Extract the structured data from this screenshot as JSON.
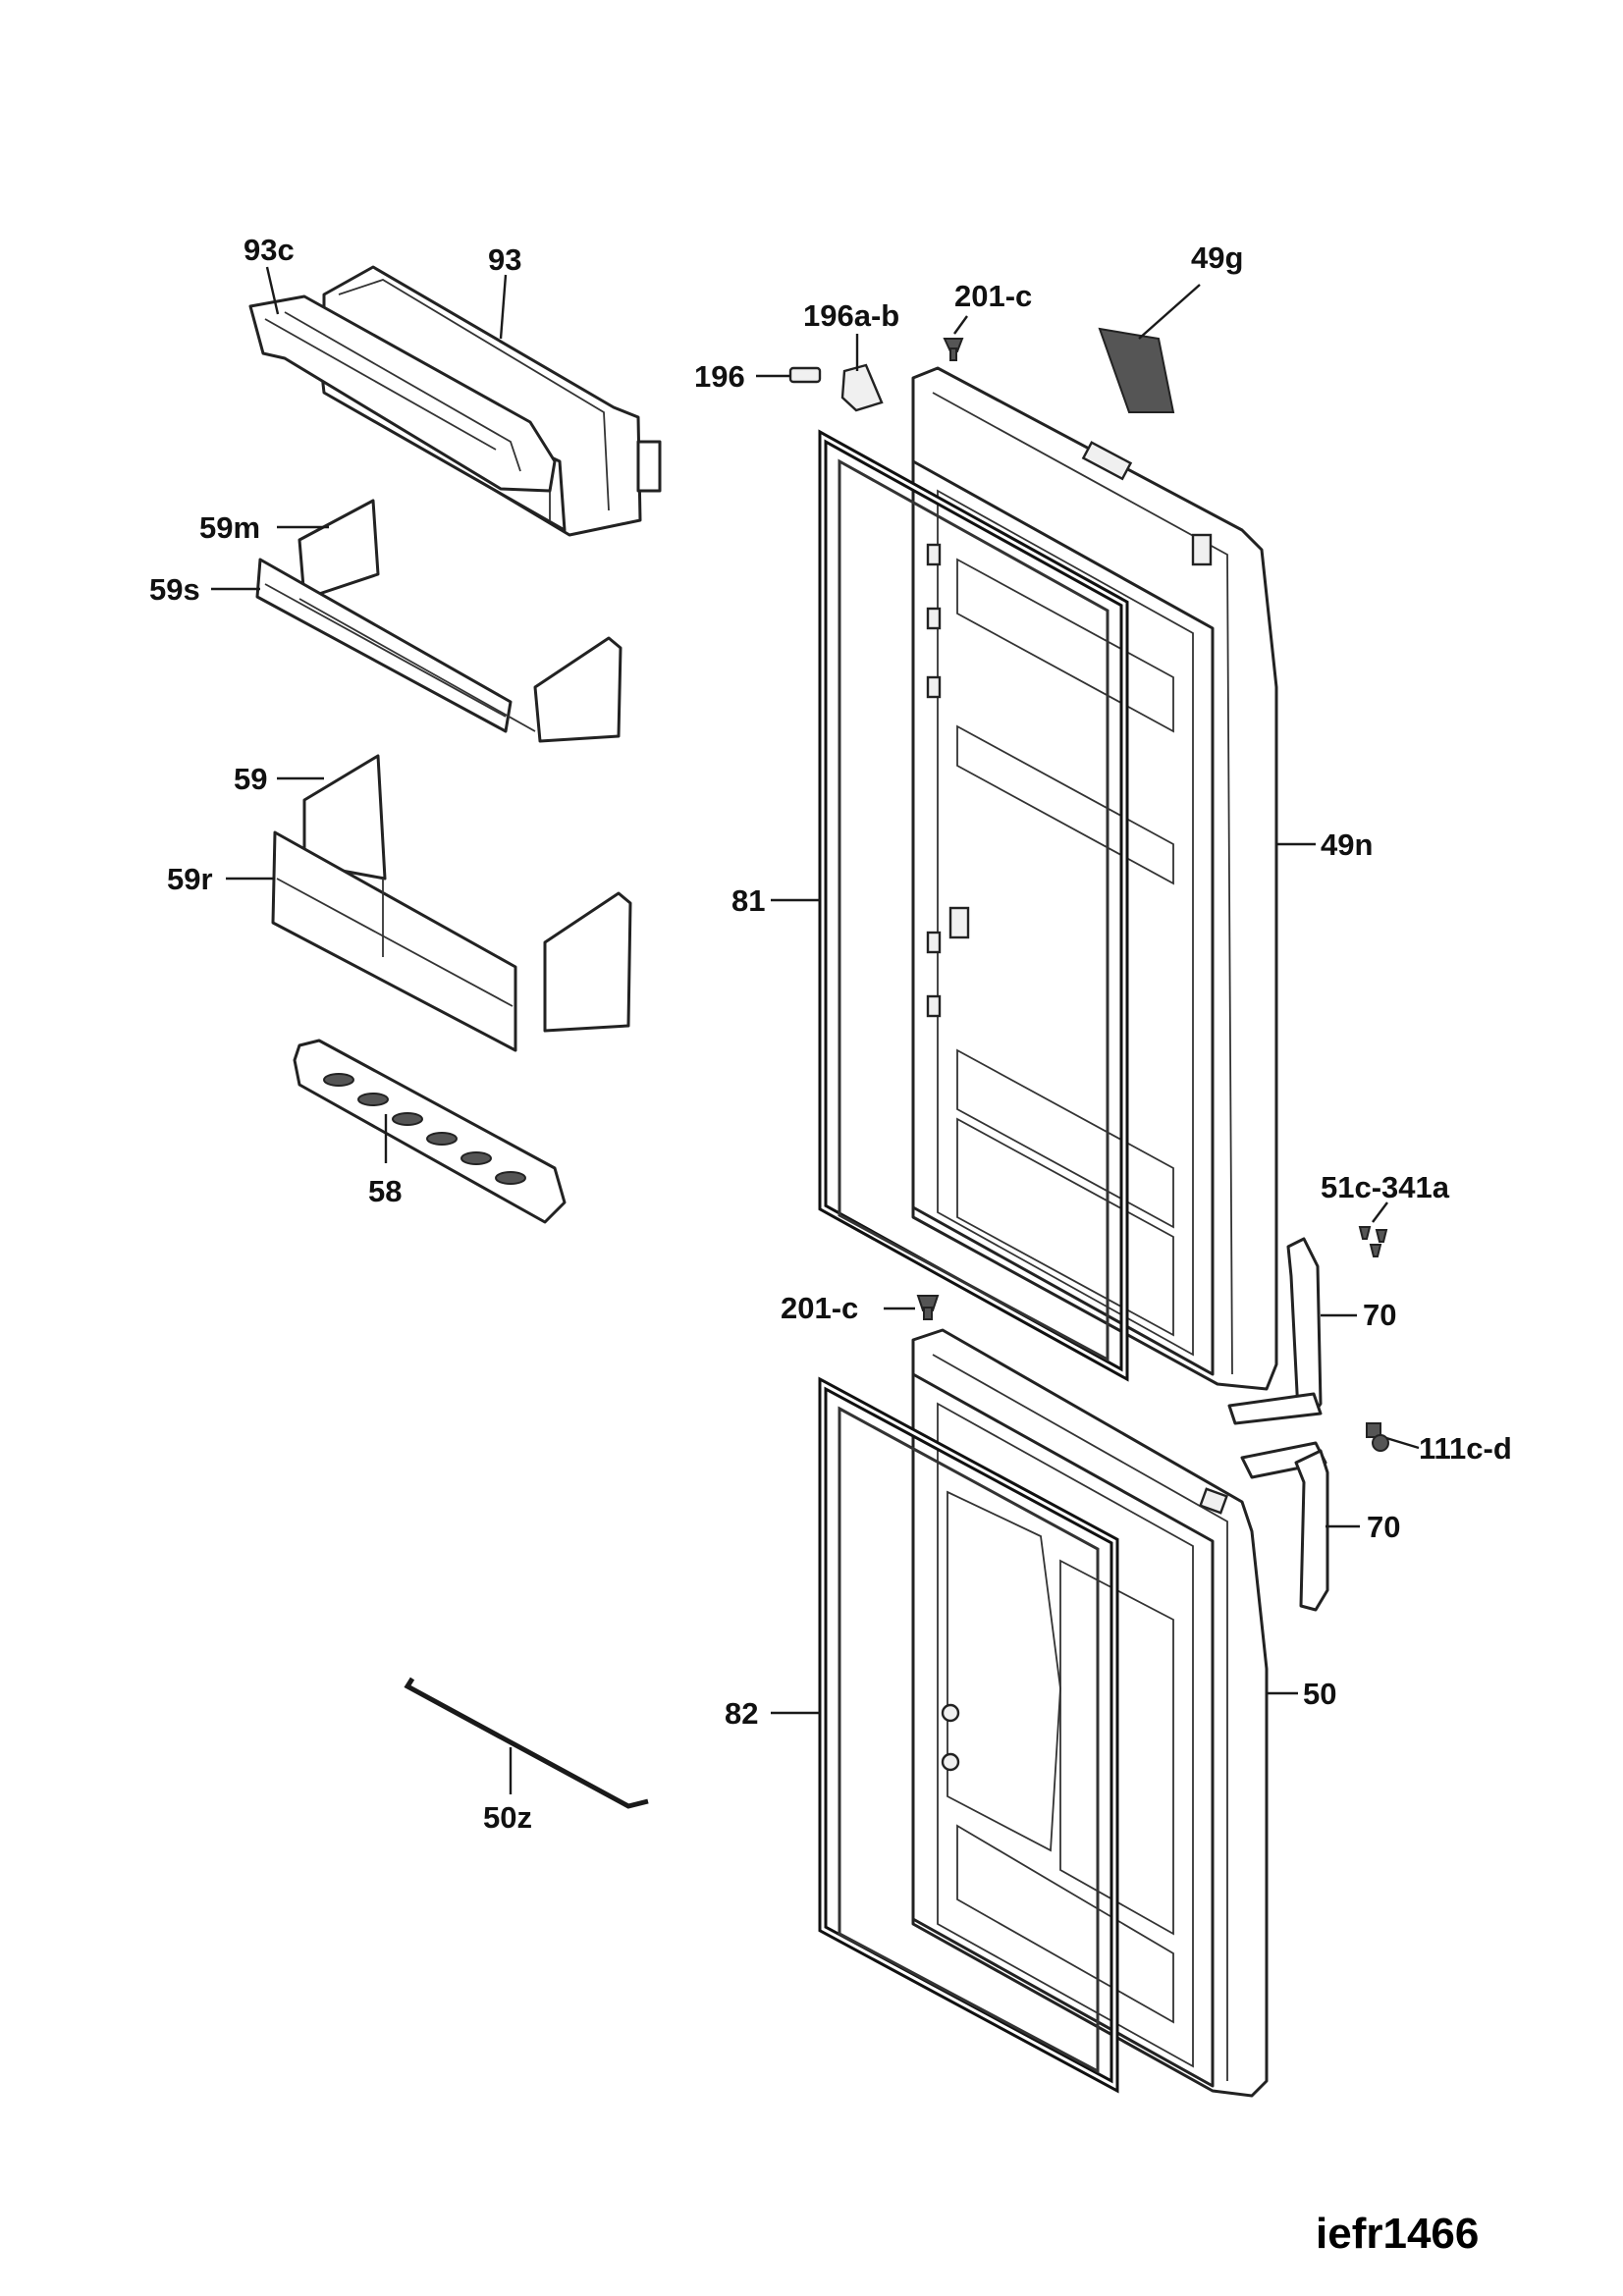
{
  "diagram": {
    "code": "iefr1466",
    "labels": {
      "p93c": "93c",
      "p93": "93",
      "p59m": "59m",
      "p59s": "59s",
      "p59": "59",
      "p59r": "59r",
      "p58": "58",
      "p50z": "50z",
      "p196": "196",
      "p196ab": "196a-b",
      "p201c_top": "201-c",
      "p49g": "49g",
      "p81": "81",
      "p49n": "49n",
      "p51c341a": "51c-341a",
      "p70_top": "70",
      "p201c_mid": "201-c",
      "p111cd": "111c-d",
      "p70_bot": "70",
      "p82": "82",
      "p50": "50"
    }
  }
}
